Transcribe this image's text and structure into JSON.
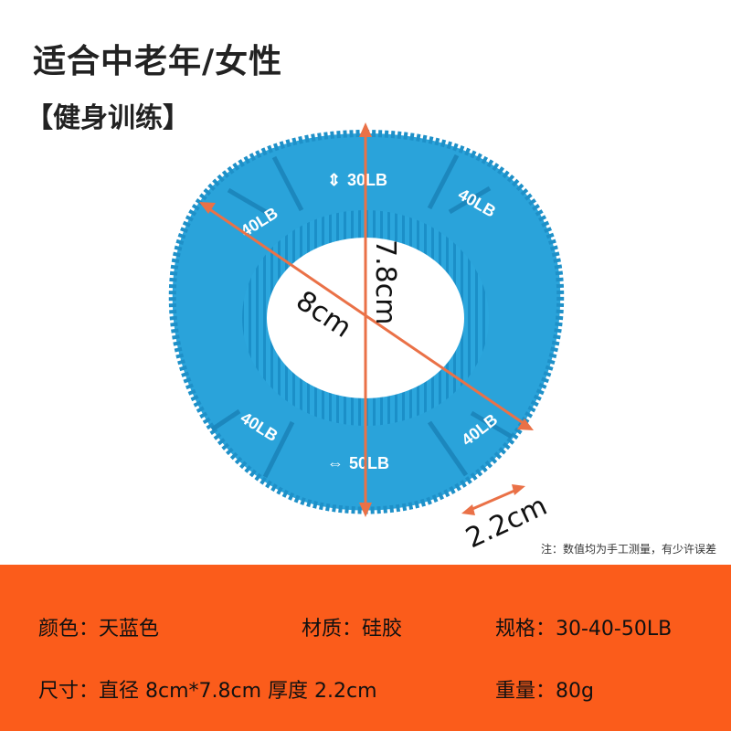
{
  "header": {
    "title": "适合中老年/女性",
    "subtitle": "【健身训练】"
  },
  "product": {
    "labels": {
      "top": "30LB",
      "left_upper": "40LB",
      "right_upper": "40LB",
      "left_lower": "40LB",
      "right_lower": "40LB",
      "bottom": "50LB"
    },
    "dimensions": {
      "width": "8cm",
      "height": "7.8cm",
      "thickness": "2.2cm"
    },
    "colors": {
      "ring": "#2aa3da",
      "ring_dark": "#1a86bf",
      "arrow": "#ea7147"
    }
  },
  "note": "注：数值均为手工测量，有少许误差",
  "specs": {
    "color": "颜色：天蓝色",
    "material": "材质：硅胶",
    "spec": "规格：30-40-50LB",
    "size": "尺寸：直径 8cm*7.8cm 厚度 2.2cm",
    "weight": "重量：80g"
  },
  "panel_color": "#fb5c1b"
}
